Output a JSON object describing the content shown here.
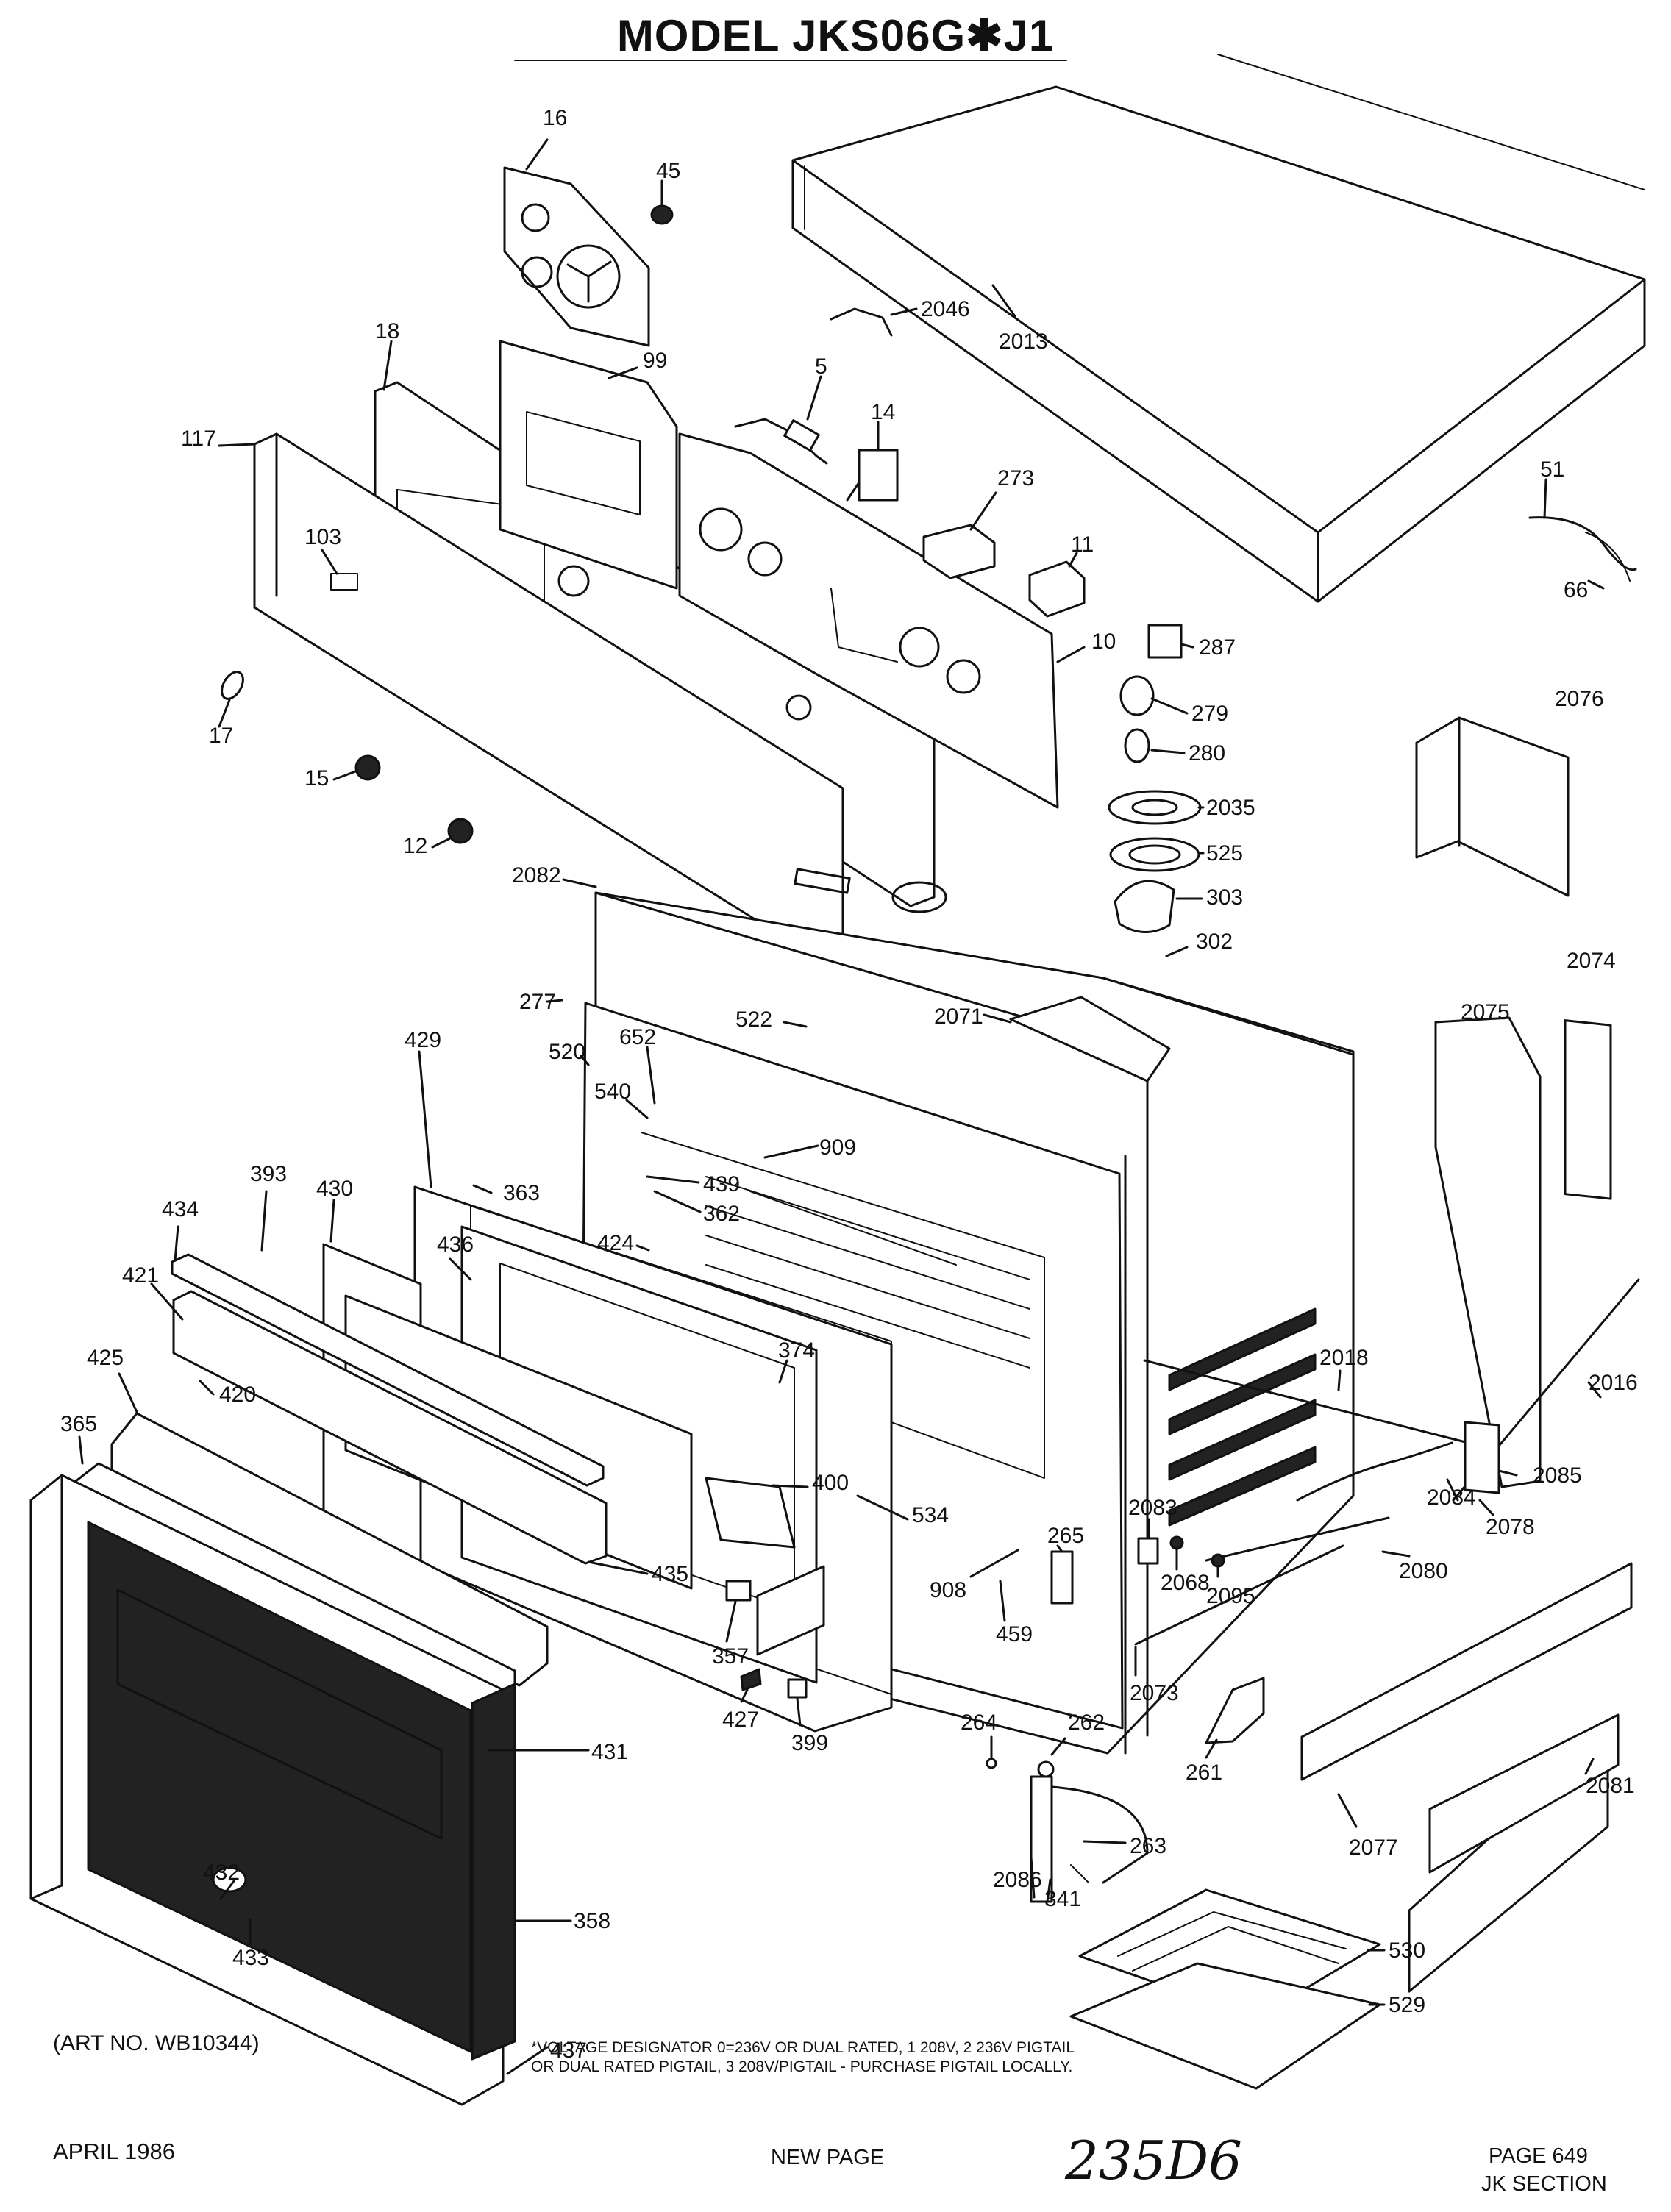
{
  "title": "MODEL JKS06G✱J1",
  "art_number": "(ART NO. WB10344)",
  "voltage_note": "*VOLTAGE DESIGNATOR 0=236V OR DUAL RATED, 1 208V, 2 236V PIGTAIL OR DUAL RATED PIGTAIL, 3 208V/PIGTAIL - PURCHASE PIGTAIL LOCALLY.",
  "footer": {
    "date": "APRIL 1986",
    "new_page": "NEW PAGE",
    "handwritten_code": "235D6",
    "page_number": "PAGE 649",
    "section": "JK SECTION"
  },
  "part_labels": [
    "16",
    "45",
    "2046",
    "2013",
    "18",
    "99",
    "5",
    "14",
    "273",
    "117",
    "103",
    "11",
    "51",
    "66",
    "10",
    "287",
    "17",
    "279",
    "15",
    "280",
    "2035",
    "525",
    "12",
    "2082",
    "303",
    "302",
    "2076",
    "2074",
    "277",
    "522",
    "2071",
    "2075",
    "429",
    "520",
    "652",
    "540",
    "909",
    "439",
    "362",
    "393",
    "363",
    "434",
    "430",
    "436",
    "424",
    "421",
    "374",
    "420",
    "425",
    "400",
    "365",
    "534",
    "265",
    "2083",
    "2084",
    "2085",
    "2078",
    "2068",
    "2095",
    "2080",
    "2018",
    "2016",
    "435",
    "908",
    "459",
    "2073",
    "357",
    "427",
    "399",
    "264",
    "262",
    "261",
    "2081",
    "431",
    "2077",
    "263",
    "2086",
    "341",
    "432",
    "433",
    "358",
    "530",
    "529",
    "437"
  ]
}
